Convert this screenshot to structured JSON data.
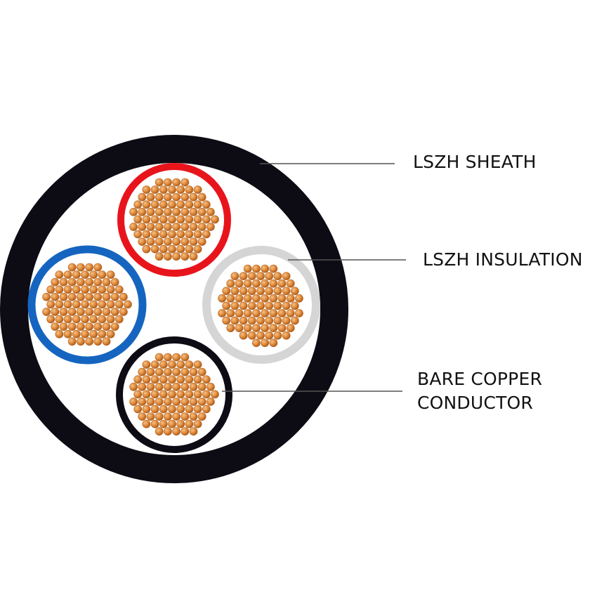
{
  "labels": {
    "sheath": "LSZH SHEATH",
    "insulation": "LSZH INSULATION",
    "conductor_line1": "BARE COPPER",
    "conductor_line2": "CONDUCTOR"
  },
  "colors": {
    "sheath": "#0d0b14",
    "background": "#ffffff",
    "leader_line": "#555555",
    "cores": {
      "red": "#e8141c",
      "blue": "#1565c0",
      "grey": "#d5d5d5",
      "black": "#0d0b14"
    },
    "copper_light": "#f2a55a",
    "copper_dark": "#a65514"
  },
  "cores": [
    "red",
    "blue",
    "grey",
    "black"
  ]
}
